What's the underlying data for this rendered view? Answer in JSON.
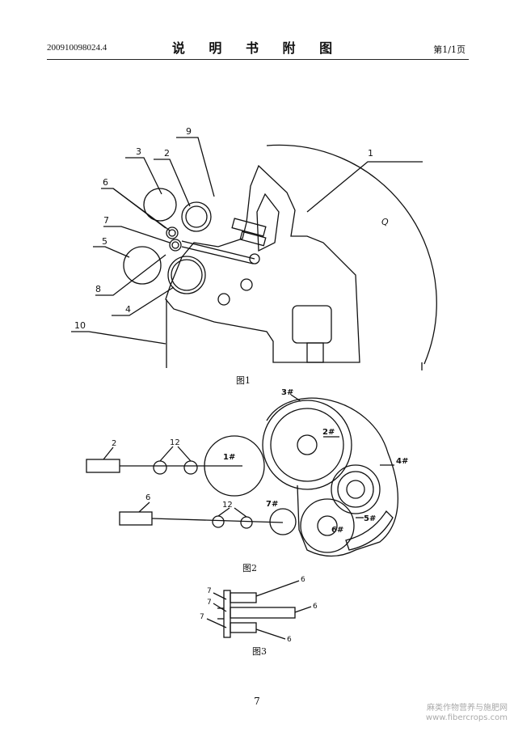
{
  "header": {
    "app_no": "200910098024.4",
    "title": "说 明 书 附 图",
    "page_info": "第1/1页"
  },
  "figures": {
    "fig1": {
      "caption": "图1",
      "labels": [
        "1",
        "2",
        "3",
        "4",
        "5",
        "6",
        "7",
        "8",
        "9",
        "10",
        "Q"
      ]
    },
    "fig2": {
      "caption": "图2",
      "labels": [
        "2",
        "12",
        "1#",
        "6",
        "12",
        "7#",
        "3#",
        "2#",
        "4#",
        "5#",
        "6#"
      ]
    },
    "fig3": {
      "caption": "图3",
      "labels": [
        "7",
        "6",
        "7",
        "6",
        "7",
        "6"
      ]
    }
  },
  "footer": {
    "page_number": "7",
    "watermark_line1": "麻类作物营养与施肥网",
    "watermark_line2": "www.fibercrops.com"
  }
}
